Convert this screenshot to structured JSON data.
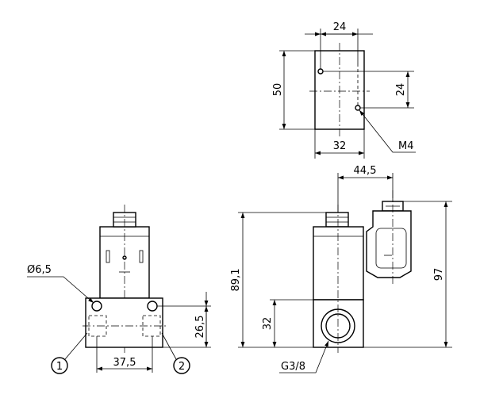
{
  "colors": {
    "line": "#000000",
    "background": "#ffffff"
  },
  "top_view": {
    "width_top": "24",
    "height": "50",
    "hole_spacing": "24",
    "width_bottom": "32",
    "thread_label": "M4"
  },
  "front_view": {
    "hole_dia": "Ø6,5",
    "height_port": "26,5",
    "port_spacing": "37,5",
    "port_1": "1",
    "port_2": "2"
  },
  "side_view": {
    "connector_offset": "44,5",
    "total_height": "89,1",
    "overall_height": "97",
    "port_height": "32",
    "port_thread": "G3/8"
  }
}
